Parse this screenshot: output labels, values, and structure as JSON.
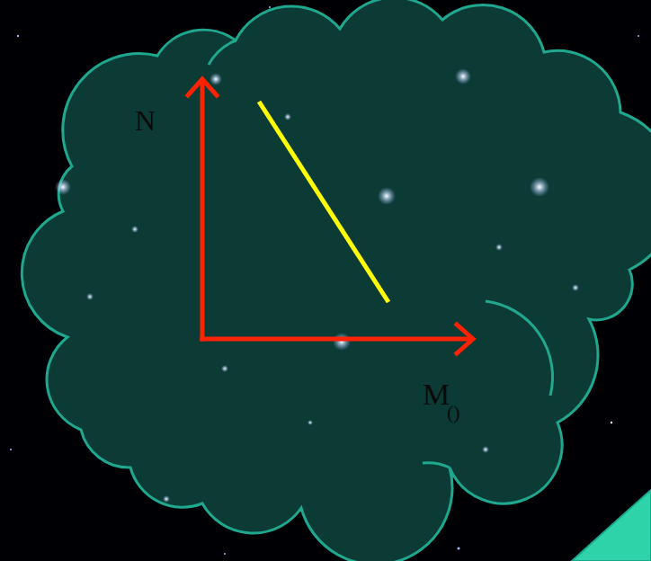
{
  "diagram": {
    "labels": [
      "N",
      "M",
      "()"
    ]
  }
}
